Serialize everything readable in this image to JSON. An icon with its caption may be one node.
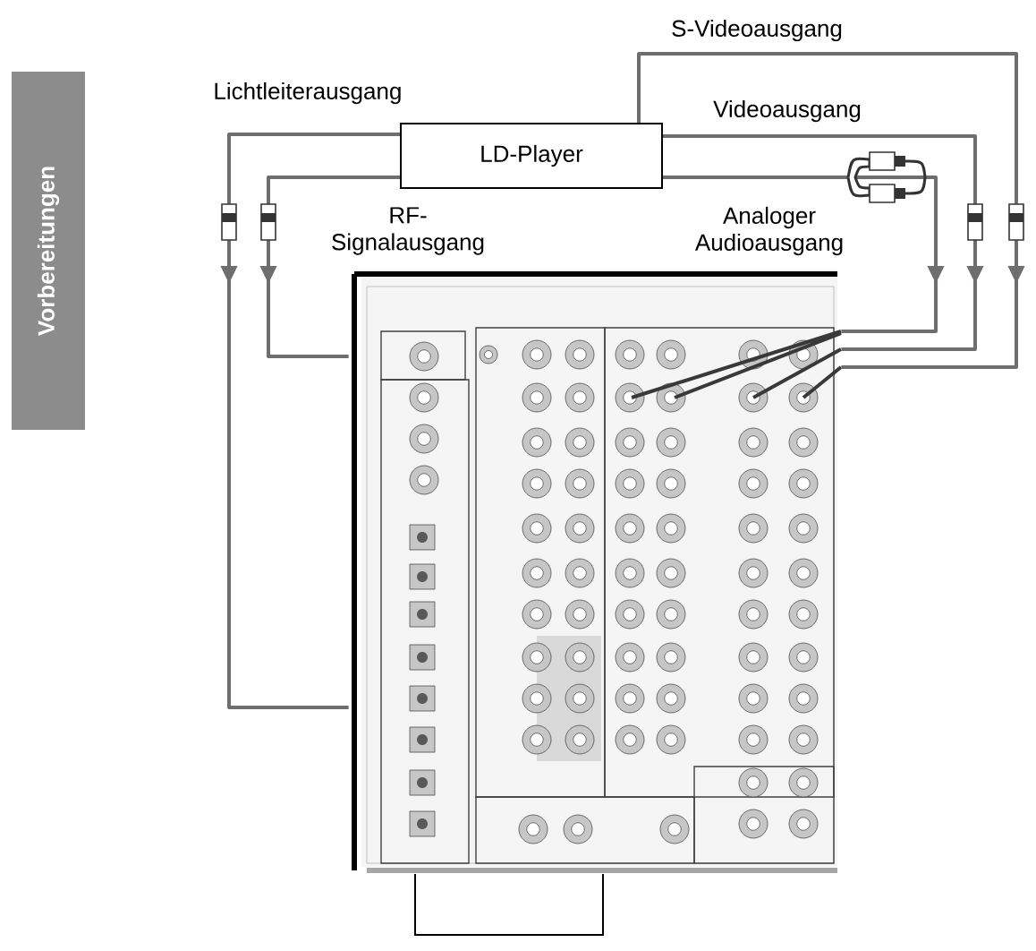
{
  "diagram": {
    "nodes": [
      {
        "text": [
          "Vorbereitungen"
        ]
      },
      {
        "text": [
          "LD-Player"
        ]
      },
      {
        "text": [],
        "shape": "picture"
      }
    ],
    "edges": [
      {
        "from": 1,
        "to": 2,
        "arrow": "to"
      },
      {
        "from": 1,
        "to": 2,
        "arrow": "to"
      },
      {
        "from": 1,
        "to": 2,
        "arrow": "to"
      },
      {
        "from": 1,
        "to": 2,
        "arrow": "to"
      },
      {
        "from": 1,
        "to": 2,
        "arrow": "to"
      }
    ],
    "labels": [
      "Lichtleiterausgang",
      "S-Videoausgang",
      "Videoausgang",
      "RF- Signalausgang",
      "Analoger Audioausgang"
    ]
  }
}
